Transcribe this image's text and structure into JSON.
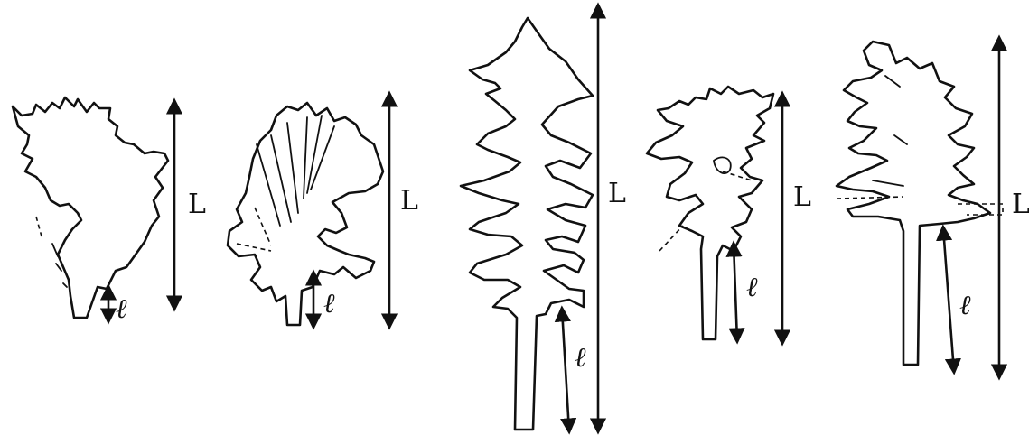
{
  "figure": {
    "trees": [
      {
        "length_label": "L",
        "stem_label": "ℓ"
      },
      {
        "length_label": "L",
        "stem_label": "ℓ"
      },
      {
        "length_label": "L",
        "stem_label": "ℓ"
      },
      {
        "length_label": "L",
        "stem_label": "ℓ"
      },
      {
        "length_label": "L",
        "stem_label": "ℓ"
      }
    ]
  }
}
